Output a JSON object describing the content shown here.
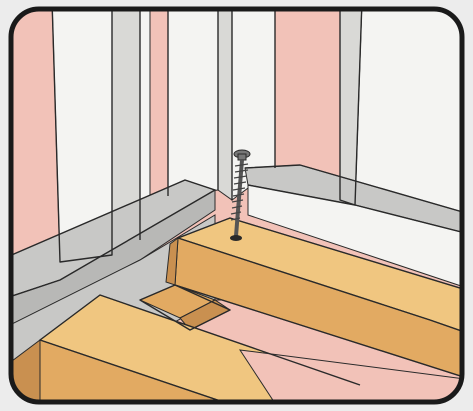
{
  "scene": {
    "subject": "illustration",
    "elements": [
      "wall-studs",
      "pink-insulation",
      "concrete-sill",
      "sill-plate",
      "floor-joists",
      "wood-screw"
    ]
  },
  "colors": {
    "background": "#ececec",
    "frame": "#1a1a1a",
    "insulation": "#f2c2b8",
    "stud": "#f4f4f2",
    "stud_shadow": "#d9d9d6",
    "concrete": "#c8c8c6",
    "wood_light": "#f0c680",
    "wood_mid": "#e2aa62",
    "wood_dark": "#c99050",
    "screw": "#555555"
  }
}
